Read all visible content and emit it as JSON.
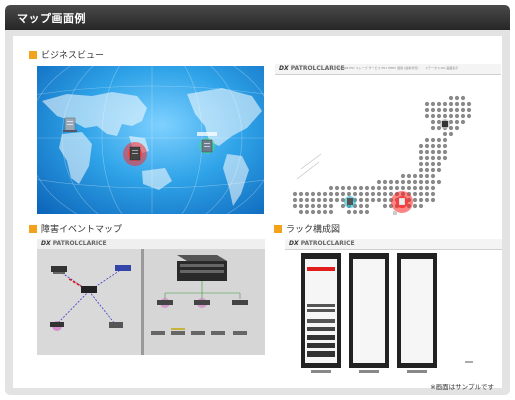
{
  "panel": {
    "title": "マップ画面例"
  },
  "sections": {
    "business": {
      "label": "ビジネスビュー"
    },
    "japan": {
      "logo_mark": "DX",
      "logo_text": "PATROLCLARICE",
      "header_text": "ROHLIB PSY スレーブ サービス PSY MTRY 運用 (最新状況)",
      "header_right": "ステータス:OK 画面表示"
    },
    "fault": {
      "label": "障害イベントマップ",
      "logo_mark": "DX",
      "logo_text": "PATROLCLARICE"
    },
    "rack": {
      "label": "ラック構成図",
      "logo_mark": "DX",
      "logo_text": "PATROLCLARICE"
    }
  },
  "note": "※画面はサンプルです",
  "colors": {
    "header": "#2f2f2f",
    "bullet": "#f3a21c",
    "alarm": "#e11d1d",
    "ok": "#22b8c9"
  }
}
